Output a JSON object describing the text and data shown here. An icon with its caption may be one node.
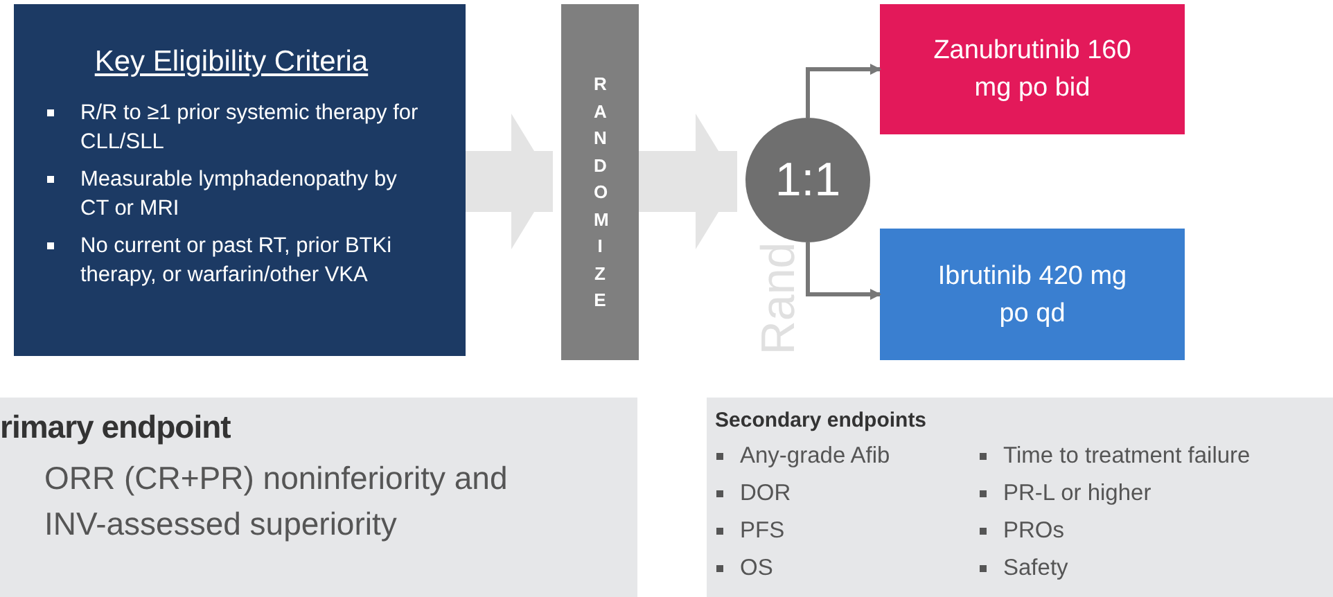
{
  "diagram": {
    "nodes": [
      {
        "text": [
          "Key Eligibility Criteria",
          "R/R to ≥1 prior systemic therapy for CLL/SLL",
          "Measurable lymphadenopathy by CT or MRI",
          "No current or past RT, prior BTKi therapy, or warfarin/other VKA"
        ]
      },
      {
        "text": [
          "RANDOMIZE"
        ]
      },
      {
        "text": [
          "1:1"
        ]
      },
      {
        "text": [
          "Zanubrutinib 160 mg po bid"
        ]
      },
      {
        "text": [
          "Ibrutinib 420 mg po qd"
        ]
      },
      {
        "text": [
          "rimary endpoint",
          "ORR (CR+PR) noninferiority and INV-assessed superiority"
        ]
      },
      {
        "text": [
          "Secondary endpoints",
          "Any-grade Afib",
          "DOR",
          "PFS",
          "OS",
          "Time to treatment failure",
          "PR-L or higher",
          "PROs",
          "Safety"
        ]
      }
    ],
    "edges": [
      {
        "from": 0,
        "to": 1,
        "arrow": "to",
        "style": "thick",
        "color": "#e4e4e4"
      },
      {
        "from": 1,
        "to": 2,
        "arrow": "to",
        "style": "thick",
        "color": "#e4e4e4"
      },
      {
        "from": 2,
        "to": 3,
        "arrow": "to",
        "color": "#777777"
      },
      {
        "from": 2,
        "to": 4,
        "arrow": "to",
        "color": "#777777"
      }
    ],
    "labels": [
      "Rand"
    ]
  }
}
